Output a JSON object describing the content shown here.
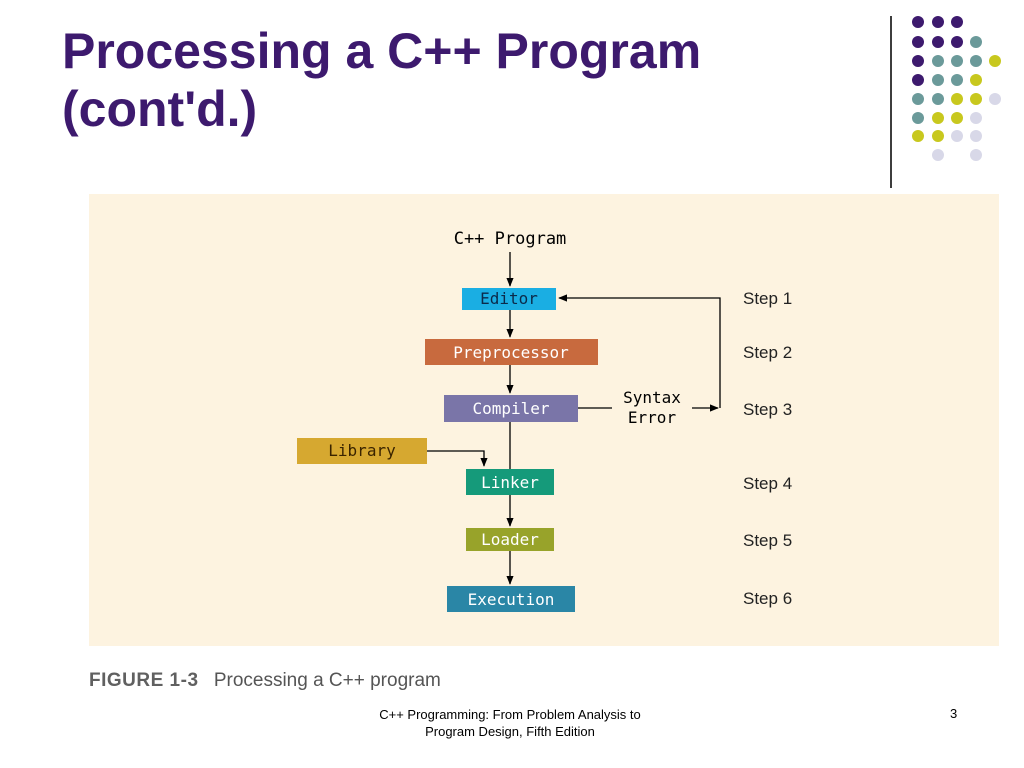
{
  "slide": {
    "title_line1": "Processing a C++ Program",
    "title_line2": "(cont'd.)",
    "footer_line1": "C++ Programming: From Problem Analysis to",
    "footer_line2": "Program Design, Fifth Edition",
    "page_number": "3"
  },
  "figure": {
    "caption_label": "FIGURE 1-3",
    "caption_text": "Processing a C++ program",
    "input_label": "C++ Program",
    "boxes": {
      "editor": "Editor",
      "preprocessor": "Preprocessor",
      "compiler": "Compiler",
      "library": "Library",
      "linker": "Linker",
      "loader": "Loader",
      "execution": "Execution"
    },
    "syntax_error_line1": "Syntax",
    "syntax_error_line2": "Error",
    "steps": [
      "Step 1",
      "Step 2",
      "Step 3",
      "Step 4",
      "Step 5",
      "Step 6"
    ]
  },
  "colors": {
    "title": "#3d1a6e",
    "editor": "#1aaee3",
    "preprocessor": "#c86a3e",
    "compiler": "#7a75a8",
    "library": "#d6a830",
    "linker": "#159a7a",
    "loader": "#98a32a",
    "execution": "#2a86a6",
    "dot_purple": "#3d1a6e",
    "dot_teal": "#6b9a9a",
    "dot_yellow": "#c8c81e",
    "dot_lavender": "#d8d8e8"
  }
}
